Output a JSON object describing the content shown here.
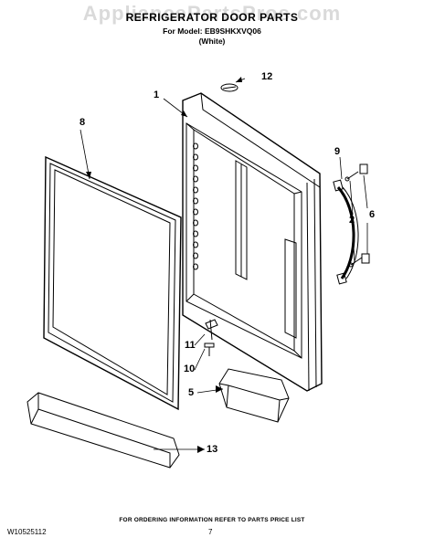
{
  "header": {
    "watermark": "AppliancePartsPros.com",
    "title": "REFRIGERATOR DOOR PARTS",
    "model": "For Model: EB9SHKXVQ06",
    "variant": "(White)"
  },
  "callouts": [
    "1",
    "2",
    "5",
    "6",
    "8",
    "9",
    "10",
    "11",
    "12",
    "13"
  ],
  "footer": {
    "note": "FOR ORDERING INFORMATION REFER TO PARTS PRICE LIST",
    "doc_number": "W10525112",
    "page": "7"
  }
}
